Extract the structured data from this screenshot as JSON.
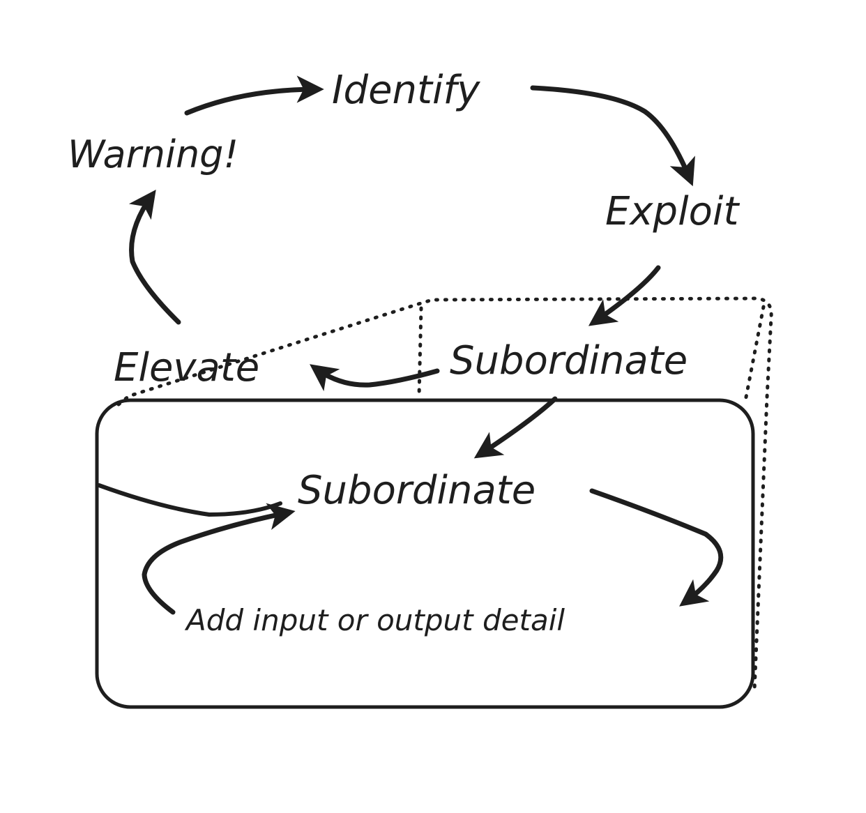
{
  "nodes": {
    "identify": "Identify",
    "warning": "Warning!",
    "exploit": "Exploit",
    "elevate": "Elevate",
    "subordinate_top": "Subordinate",
    "subordinate_inner": "Subordinate",
    "detail": "Add input or output detail"
  },
  "colors": {
    "ink": "#1e1e1e",
    "background": "#ffffff"
  }
}
